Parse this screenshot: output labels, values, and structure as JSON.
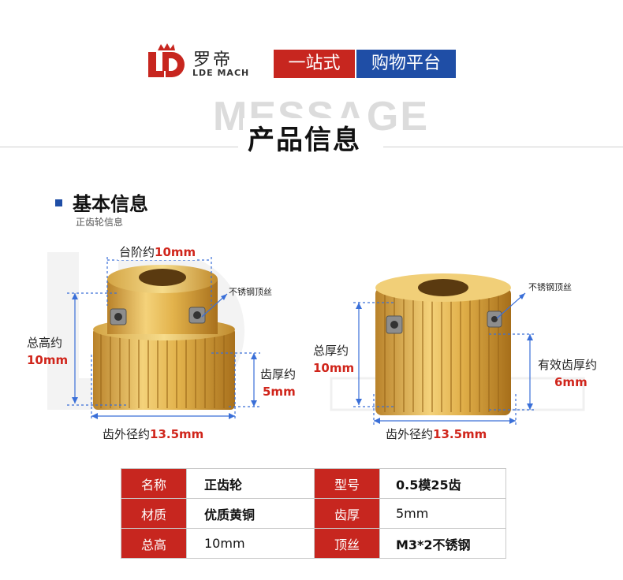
{
  "header": {
    "brand_cn": "罗帝",
    "brand_en": "LDE MACH",
    "slogan_1": "一站式",
    "slogan_2": "购物平台"
  },
  "section": {
    "bg_word": "MESSAGE",
    "title": "产品信息"
  },
  "basic_info": {
    "title": "基本信息",
    "subtitle": "正齿轮信息"
  },
  "gear_left": {
    "step_label": "台阶约",
    "step_value": "10mm",
    "screw_label": "不锈钢顶丝",
    "height_label": "总高约",
    "height_value": "10mm",
    "tooth_thick_label": "齿厚约",
    "tooth_thick_value": "5mm",
    "outer_dia_label": "齿外径约",
    "outer_dia_value": "13.5mm"
  },
  "gear_right": {
    "screw_label": "不锈钢顶丝",
    "thick_label": "总厚约",
    "thick_value": "10mm",
    "eff_label": "有效齿厚约",
    "eff_value": "6mm",
    "outer_dia_label": "齿外径约",
    "outer_dia_value": "13.5mm"
  },
  "specs": [
    {
      "k1": "名称",
      "v1": "正齿轮",
      "k2": "型号",
      "v2": "0.5模25齿"
    },
    {
      "k1": "材质",
      "v1": "优质黄铜",
      "k2": "齿厚",
      "v2": "5mm"
    },
    {
      "k1": "总高",
      "v1": "10mm",
      "k2": "顶丝",
      "v2": "M3*2不锈钢"
    }
  ],
  "colors": {
    "red": "#c7261f",
    "blue": "#1f4ea6",
    "brass": "#d9a93a",
    "accent_label": "#d0251b"
  },
  "icons": {
    "logo": "crown-ld-logo",
    "bullet": "square-bullet"
  }
}
